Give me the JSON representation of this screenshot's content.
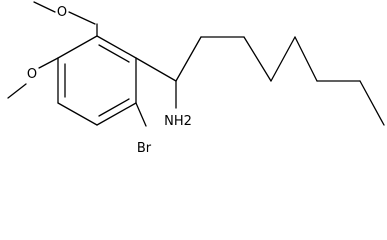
{
  "molecule": {
    "atoms": {
      "br": "Br",
      "nh2": "NH2",
      "o_upper": "O",
      "o_lower": "O"
    }
  }
}
